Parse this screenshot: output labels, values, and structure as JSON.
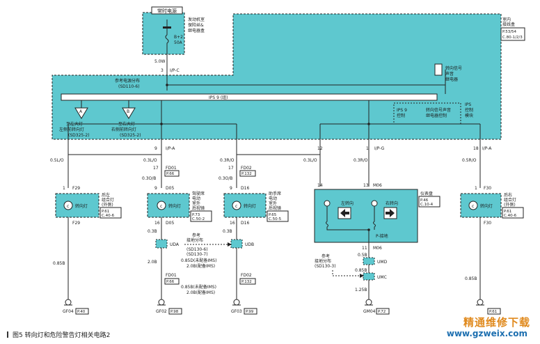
{
  "diagram": {
    "constant_power": "常时电源",
    "engine_fuse_box": [
      "发动机室",
      "保险丝&",
      "继电器盒"
    ],
    "fuse_label": "B+2",
    "fuse_rating": "50A",
    "wire_top": "5.0W",
    "conn_ipc_pin": "3",
    "conn_ipc": "I/P-C",
    "indoor_box": [
      "室内",
      "接线盒"
    ],
    "indoor_box_ref": [
      "P.53/54",
      "C.80-1/2/3"
    ],
    "power_dist_ref": [
      "参考电源分布",
      "(SD110-6)"
    ],
    "ips_bus": "IPS 9 (组)",
    "ips_control": [
      "IPS 9",
      "控制"
    ],
    "relay_control": [
      "转向信号声音",
      "继电器控制"
    ],
    "ips_side": [
      "IPS",
      "控制",
      "模块"
    ],
    "relay_inner": [
      "转向信号",
      "声音",
      "继电器"
    ],
    "tri_a": "A",
    "tri_b": "B",
    "left_note": [
      "至左大灯",
      "左侧前转向灯",
      "(SD325-2)"
    ],
    "right_note": [
      "至右大灯",
      "右侧前转向灯",
      "(SD325-2)"
    ],
    "pins": {
      "p9": "9",
      "p17": "17",
      "p12": "12",
      "p1": "1",
      "p18": "18",
      "p16": "16",
      "p14": "14",
      "p13": "13",
      "p11": "11"
    },
    "conn_ipa1": "I/P-A",
    "conn_ipg": "I/P-G",
    "conn_ipa2": "I/P-A",
    "wires": {
      "w1": "0.5L/O",
      "w2": "0.3L/O",
      "w3": "0.3R/O",
      "w4": "0.3L/O",
      "w5": "0.3R/O",
      "w6": "0.5R/O",
      "w7": "0.3O/B",
      "w8": "0.3O/B",
      "w9": "0.3B",
      "w10": "0.3B",
      "w11": "0.85B",
      "w12": "2.0B",
      "w13": "0.85D(未配备IMS)",
      "w14": "2.0B(配备IMS)",
      "w15": "0.85B(未配备IMS)",
      "w16": "2.0B(配备IMS)",
      "w17": "0.85B",
      "w18": "1.25B",
      "w19": "0.85B",
      "w20": "0.5B"
    },
    "fd01": "FD01",
    "fd02": "FD02",
    "p66": "P.66",
    "p132": "P.132",
    "d05": "D05",
    "d16": "D16",
    "f29": "F29",
    "f30": "F30",
    "m06": "M06",
    "p_ground_note": "P-接地",
    "lamp1": [
      "后左",
      "组合灯",
      "(外侧)"
    ],
    "lamp1_ref": [
      "P.61",
      "C.40-6"
    ],
    "turn_lamp": "转向灯",
    "lamp2": [
      "驾驶席",
      "电动",
      "室外",
      "后视镜"
    ],
    "lamp2_ref": [
      "P.73",
      "C.50-2"
    ],
    "lamp3": [
      "助手席",
      "电动",
      "室外",
      "后视镜"
    ],
    "lamp3_ref": [
      "P.65",
      "C.50-5"
    ],
    "cluster": "仪表盘",
    "cluster_ref": [
      "P.46",
      "C.10-4"
    ],
    "left_turn": "左转向",
    "right_turn": "右转向",
    "lamp4": [
      "后右",
      "组合灯",
      "(外侧)"
    ],
    "lamp4_ref": [
      "P.61",
      "C.40-6"
    ],
    "uda": "UDA",
    "udb": "UDB",
    "umd": "UMD",
    "umc": "UMC",
    "ground_ref1": [
      "参考",
      "接地分布",
      "(SD130-6)",
      "(SD130-7)"
    ],
    "ground_ref2": [
      "参考",
      "接地分布",
      "(SD130-3)"
    ],
    "gnd1": "GF04",
    "gnd1_page": "P.40",
    "gnd2": "GF02",
    "gnd2_page": "P.98",
    "gnd3": "GF03",
    "gnd3_page": "P.99",
    "gnd4": "GM04",
    "gnd4_page": "P.72",
    "gnd5_page": "P.61"
  },
  "caption": "图5  转向灯和危险警告灯相关电路2",
  "watermark": {
    "line1": "精通维修下载",
    "line2": "www.gzweix.com"
  },
  "colors": {
    "module_fill": "#5ec8cf",
    "wire": "#222222",
    "dashed": "#222222"
  }
}
